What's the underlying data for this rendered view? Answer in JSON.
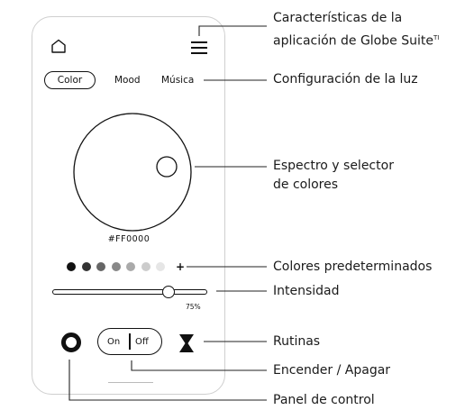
{
  "tabs": [
    "Color",
    "Mood",
    "Música"
  ],
  "hex_value": "#FF0000",
  "preset_colors": [
    "#111111",
    "#333333",
    "#666666",
    "#888888",
    "#aaaaaa",
    "#cccccc",
    "#e6e6e6"
  ],
  "preset_plus": "+",
  "intensity_percent": 75,
  "intensity_label": "75%",
  "toggle": {
    "on": "On",
    "separator": "|",
    "off": "Off"
  },
  "icons": {
    "home": "home-icon",
    "menu": "menu-icon",
    "control_panel": "control-panel-icon",
    "routines": "hourglass-icon"
  },
  "callouts": {
    "features_line1": "Características de la",
    "features_line2": "aplicación de Globe Suite",
    "features_tm": "TI",
    "light_config": "Configuración de la luz",
    "spectrum_line1": "Espectro y selector",
    "spectrum_line2": "de colores",
    "presets": "Colores predeterminados",
    "intensity": "Intensidad",
    "routines": "Rutinas",
    "power": "Encender / Apagar",
    "panel": "Panel de control"
  }
}
